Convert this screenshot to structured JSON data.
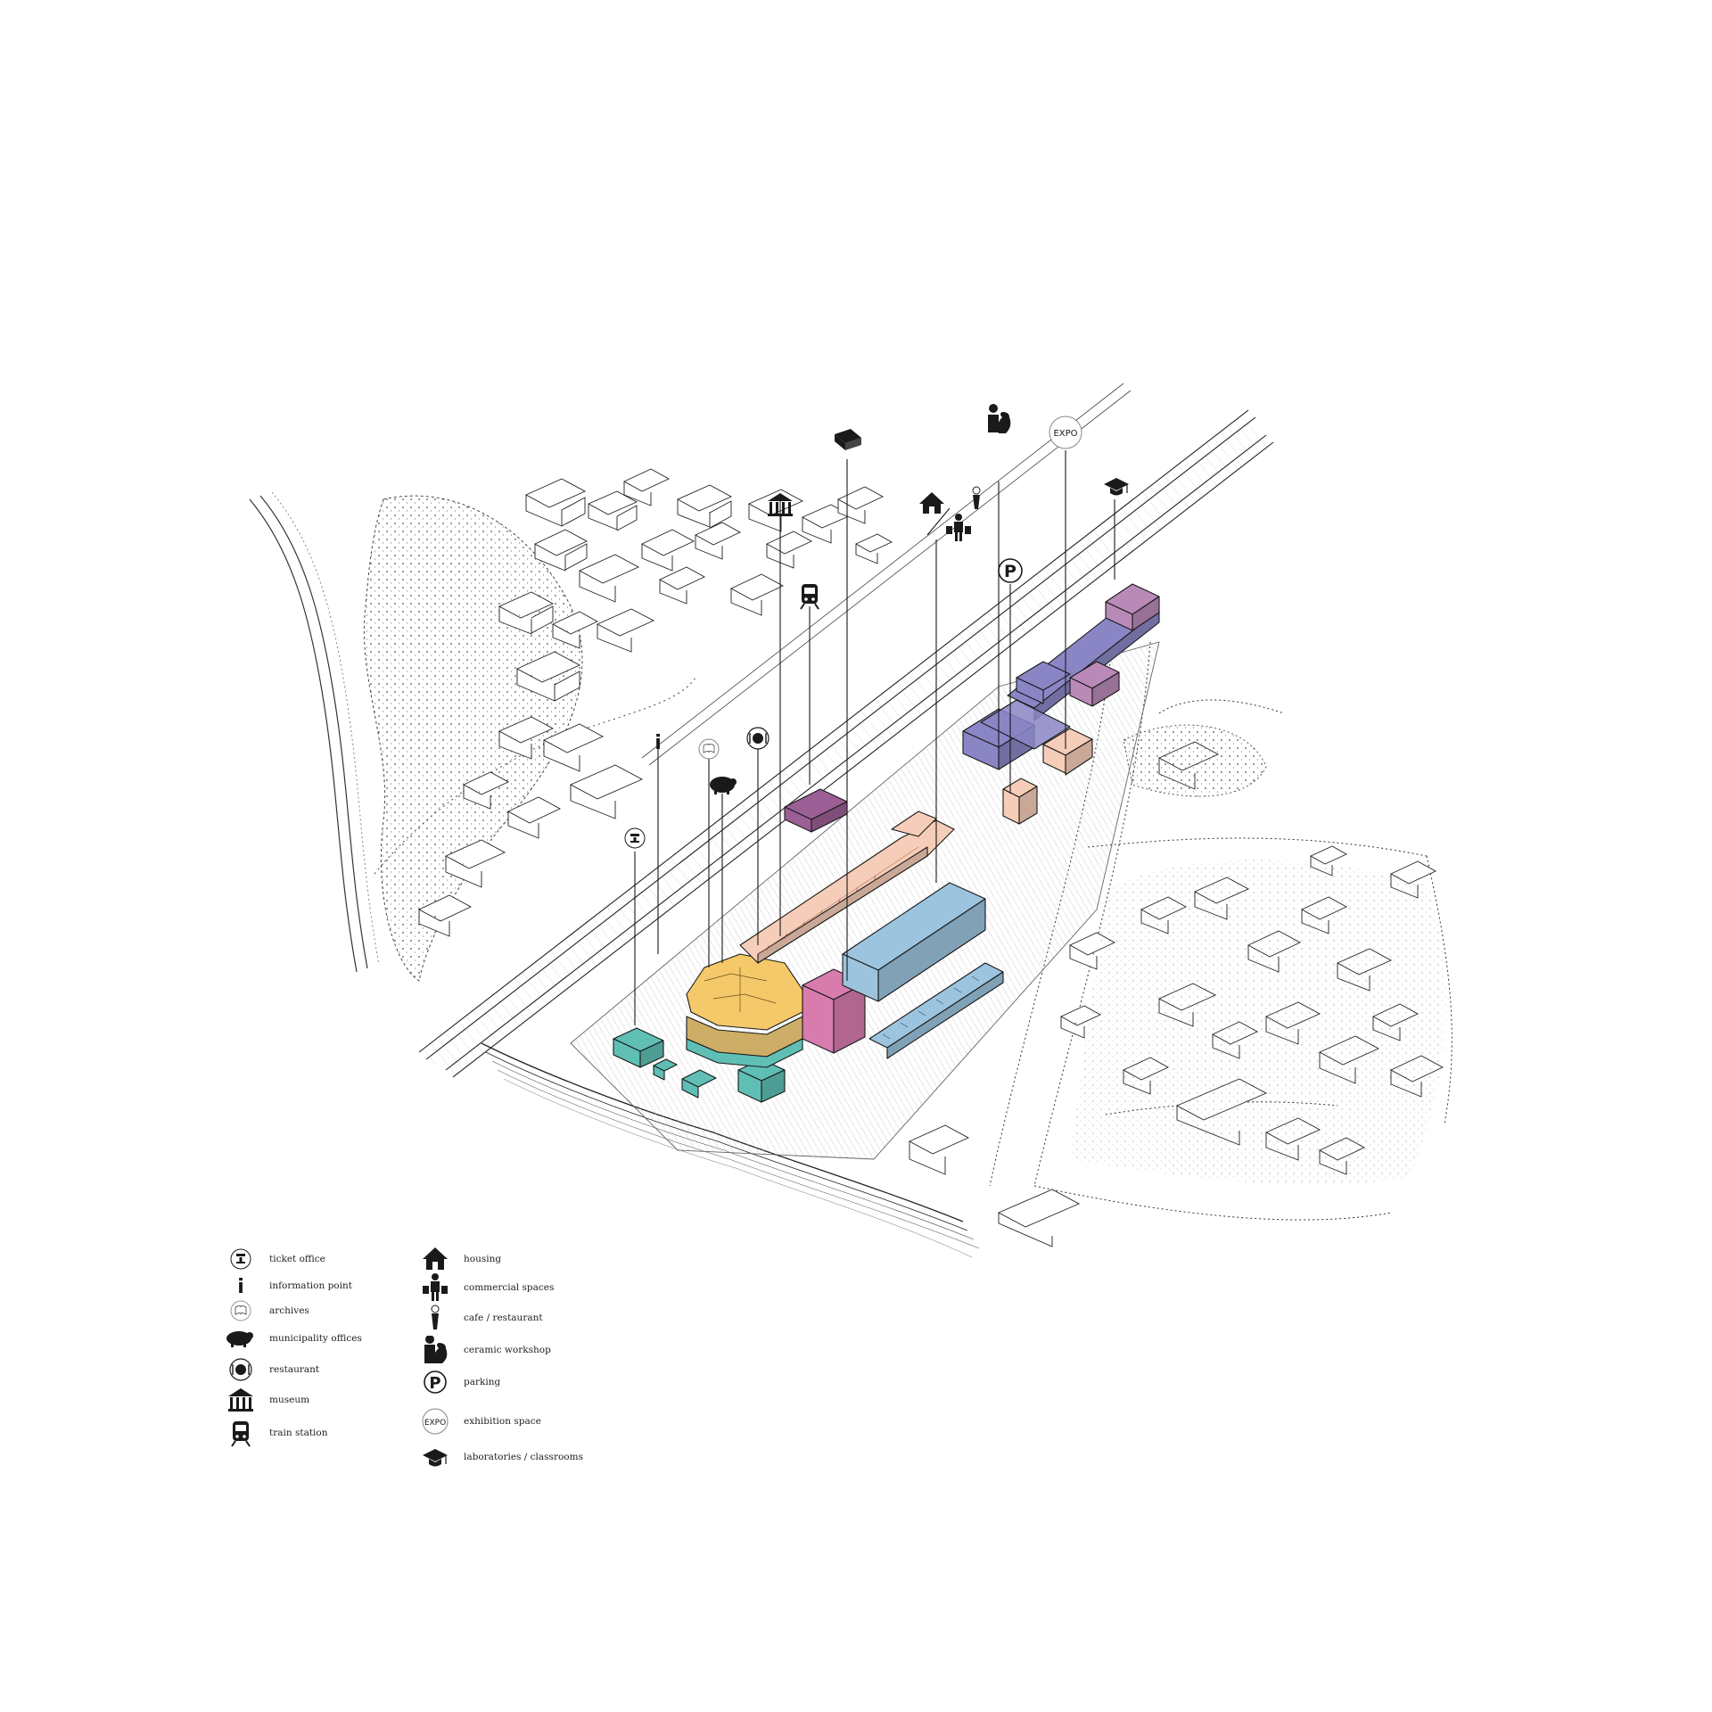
{
  "map": {
    "colors": {
      "teal": "#5fbfb5",
      "yellow": "#f5c96a",
      "peach": "#f6cdb8",
      "blue": "#9cc4de",
      "magenta": "#d87cae",
      "purple": "#9b5f96",
      "violet": "#8a86c6",
      "lilac": "#b98ab8",
      "ink": "#1a1a1a"
    },
    "expo_badge": "EXPO"
  },
  "legend": {
    "left": [
      {
        "icon": "ticket-office-icon",
        "label": "ticket office"
      },
      {
        "icon": "information-icon",
        "label": "information point"
      },
      {
        "icon": "archives-icon",
        "label": "archives"
      },
      {
        "icon": "municipality-icon",
        "label": "municipality offices"
      },
      {
        "icon": "restaurant-icon",
        "label": "restaurant"
      },
      {
        "icon": "museum-icon",
        "label": "museum"
      },
      {
        "icon": "train-station-icon",
        "label": "train station"
      }
    ],
    "right": [
      {
        "icon": "housing-icon",
        "label": "housing"
      },
      {
        "icon": "commercial-icon",
        "label": "commercial spaces"
      },
      {
        "icon": "cafe-icon",
        "label": "cafe / restaurant"
      },
      {
        "icon": "ceramic-workshop-icon",
        "label": "ceramic workshop"
      },
      {
        "icon": "parking-icon",
        "label": "parking"
      },
      {
        "icon": "expo-icon",
        "label": "exhibition space"
      },
      {
        "icon": "graduation-icon",
        "label": "laboratories / classrooms"
      }
    ],
    "expo_text": "EXPO",
    "parking_text": "P",
    "info_text": "i"
  }
}
